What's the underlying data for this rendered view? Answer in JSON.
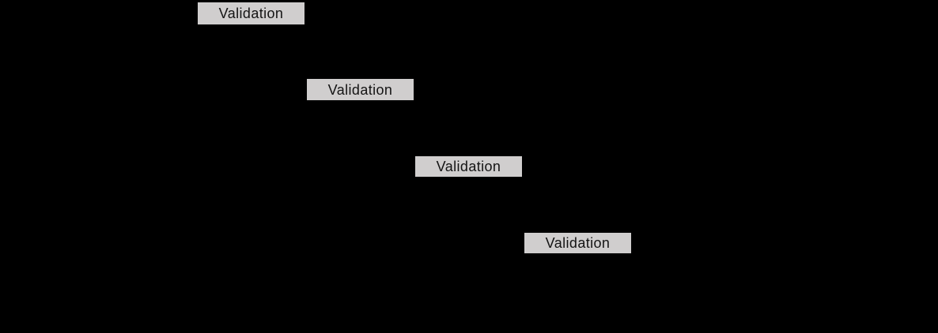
{
  "diagram": {
    "description": "Walk-forward validation staircase diagram on black background; only validation fold labels are visible",
    "steps": [
      {
        "label": "Validation"
      },
      {
        "label": "Validation"
      },
      {
        "label": "Validation"
      },
      {
        "label": "Validation"
      }
    ],
    "colors": {
      "background": "#000000",
      "box_background": "#d0cece",
      "box_text": "#141414"
    }
  }
}
